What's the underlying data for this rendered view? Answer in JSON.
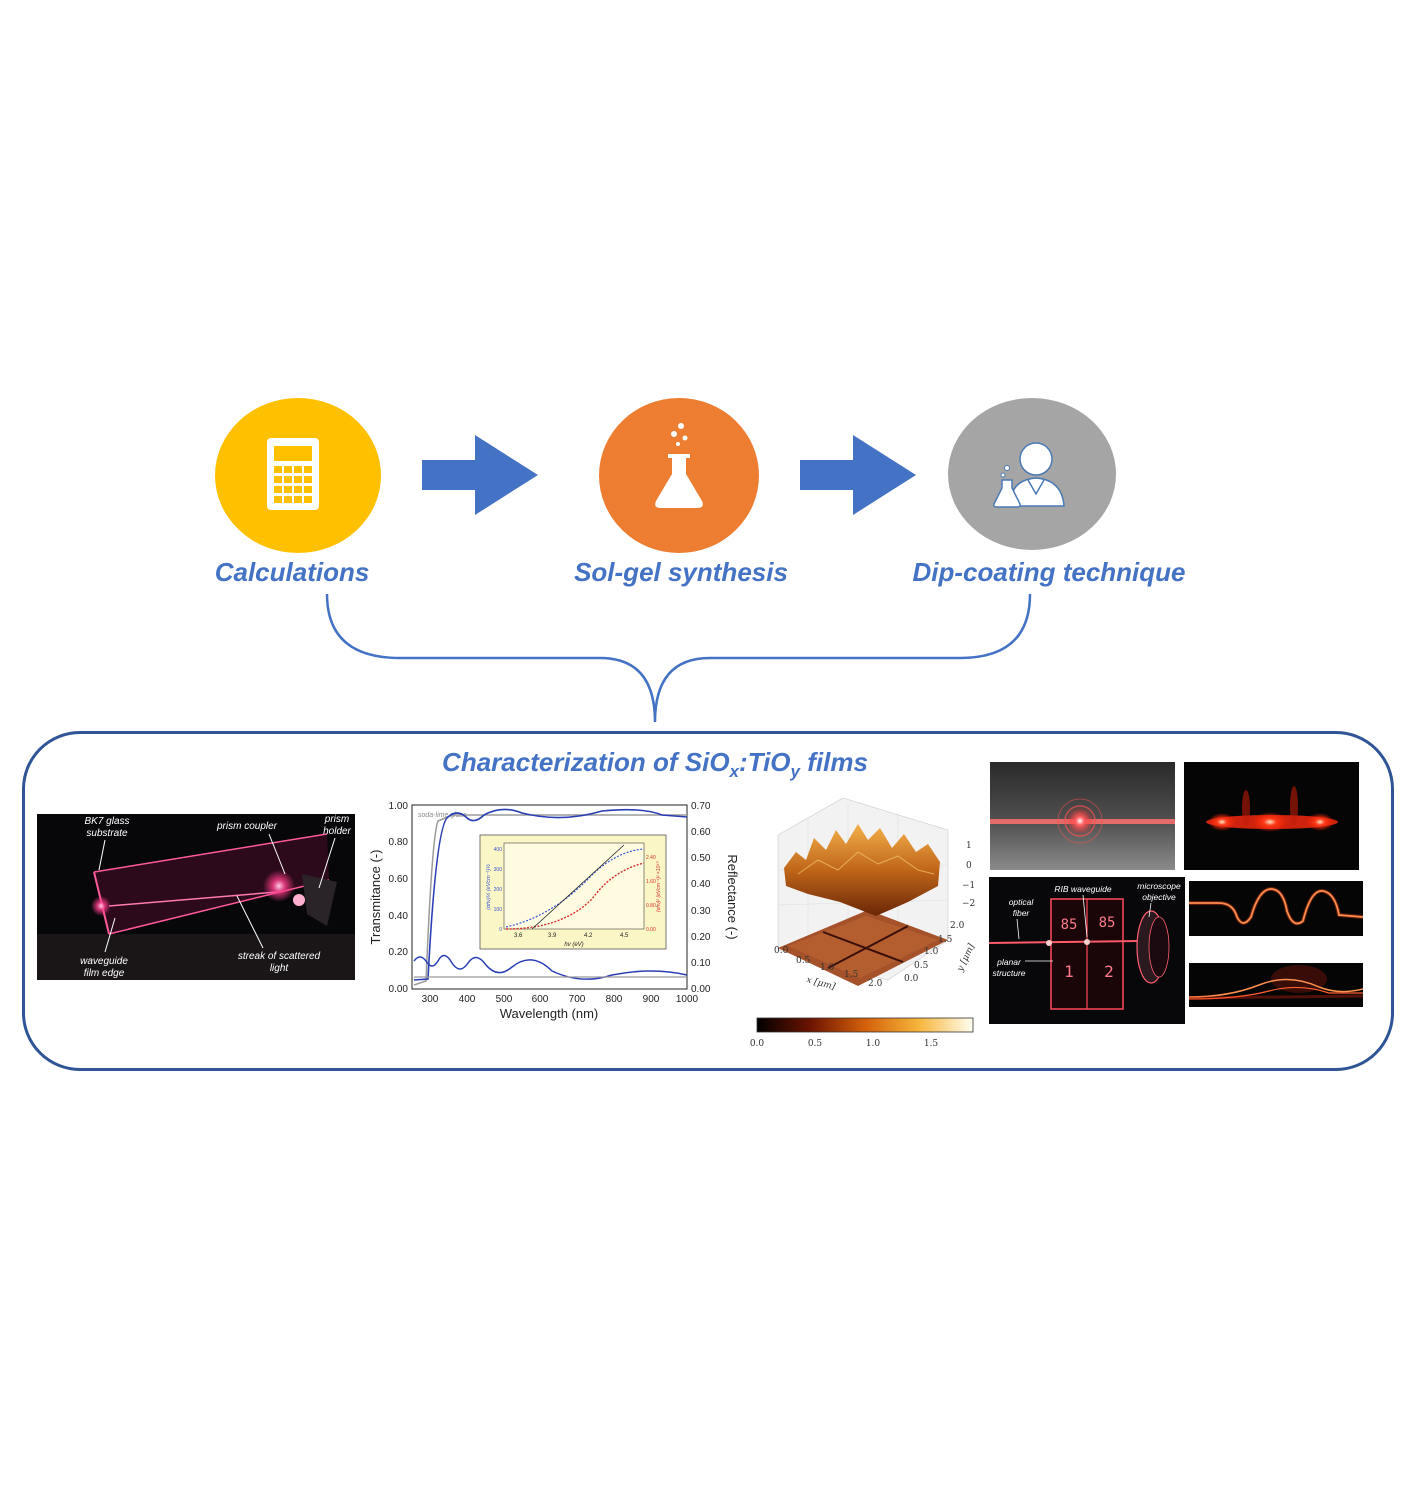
{
  "steps": [
    {
      "label": "Calculations",
      "color": "#FFC000",
      "icon": "calculator-icon"
    },
    {
      "label": "Sol-gel synthesis",
      "color": "#ED7D31",
      "icon": "flask-icon"
    },
    {
      "label": "Dip-coating technique",
      "color": "#A5A5A5",
      "icon": "scientist-icon"
    }
  ],
  "colors": {
    "accent": "#4472C4",
    "border": "#2F5597"
  },
  "characterization": {
    "title_main": "Characterization of SiO",
    "sub_x": "x",
    "title_mid": ":TiO",
    "sub_y": "y",
    "title_end": " films"
  },
  "photo_prism": {
    "labels": [
      "BK7 glass",
      "substrate",
      "prism coupler",
      "prism",
      "holder",
      "waveguide",
      "film edge",
      "streak of scattered",
      "light"
    ]
  },
  "spectrum": {
    "left_ticks": [
      "1.00",
      "0.80",
      "0.60",
      "0.40",
      "0.20",
      "0.00"
    ],
    "right_ticks": [
      "0.70",
      "0.60",
      "0.50",
      "0.40",
      "0.30",
      "0.20",
      "0.10",
      "0.00"
    ],
    "x_ticks": [
      "300",
      "400",
      "500",
      "600",
      "700",
      "800",
      "900",
      "1000"
    ],
    "xlabel": "Wavelength  (nm)",
    "ylabel_left": "Transmitance  (-)",
    "ylabel_right": "Reflectance  (-)",
    "legend": "soda-lime glass",
    "inset_x_ticks": [
      "3.6",
      "3.9",
      "4.2",
      "4.5"
    ],
    "inset_xlabel": "hν  (eV)",
    "inset_left_ticks": [
      "400",
      "300",
      "200",
      "100",
      "0"
    ],
    "inset_right_ticks": [
      "2.40",
      "1.60",
      "0.80",
      "0.00"
    ],
    "inset_ylabel_left": "(αhν)½  (eVcm⁻¹)½",
    "inset_ylabel_right": "(αhν)²  (eVcm⁻¹)² ×10¹⁰"
  },
  "afm": {
    "z_ticks": [
      "1",
      "0",
      "−1",
      "−2"
    ],
    "x_ticks": [
      "0.0",
      "0.5",
      "1.0",
      "1.5",
      "2.0"
    ],
    "y_ticks": [
      "0.0",
      "0.5",
      "1.0",
      "1.5",
      "2.0"
    ],
    "xlabel": "x [μm]",
    "ylabel": "y [μm]",
    "colorbar_ticks": [
      "0.0",
      "0.5",
      "1.0",
      "1.5"
    ]
  },
  "photo_waveguide": {
    "labels": [
      "RIB waveguide",
      "microscope",
      "objective",
      "optical",
      "fiber",
      "planar",
      "structure"
    ],
    "digits": [
      "85",
      "85",
      "1",
      "2"
    ]
  }
}
